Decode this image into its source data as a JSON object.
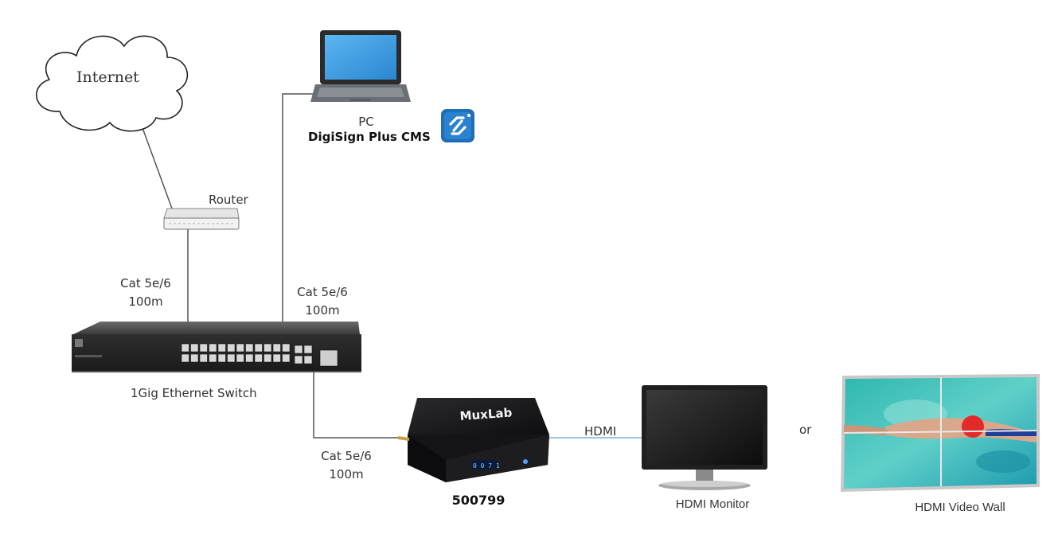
{
  "labels": {
    "internet": "Internet",
    "router": "Router",
    "pc_caption": "PC",
    "cms_name": "DigiSign Plus CMS",
    "cable_router_type": "Cat 5e/6",
    "cable_router_len": "100m",
    "cable_pc_type": "Cat 5e/6",
    "cable_pc_len": "100m",
    "switch_name": "1Gig Ethernet Switch",
    "cable_player_type": "Cat 5e/6",
    "cable_player_len": "100m",
    "player_model": "500799",
    "player_brand": "MuxLab",
    "player_display": "0 0 7 1",
    "hdmi_link": "HDMI",
    "monitor_name": "HDMI Monitor",
    "or_text": "or",
    "videowall_name": "HDMI Video Wall"
  },
  "colors": {
    "cable": "#555555",
    "hdmi_cable": "#7fb0e0",
    "app_icon": "#1e6fb8",
    "laptop_screen": "#3b9be0",
    "switch_body": "#3a3a3a",
    "player_body": "#1c1c1e"
  },
  "icons": {
    "cloud": "cloud-icon",
    "router": "router-icon",
    "laptop": "laptop-icon",
    "cms_app": "digisign-app-icon",
    "switch": "ethernet-switch-icon",
    "player": "media-player-icon",
    "monitor": "monitor-icon",
    "video_wall": "video-wall-icon"
  }
}
